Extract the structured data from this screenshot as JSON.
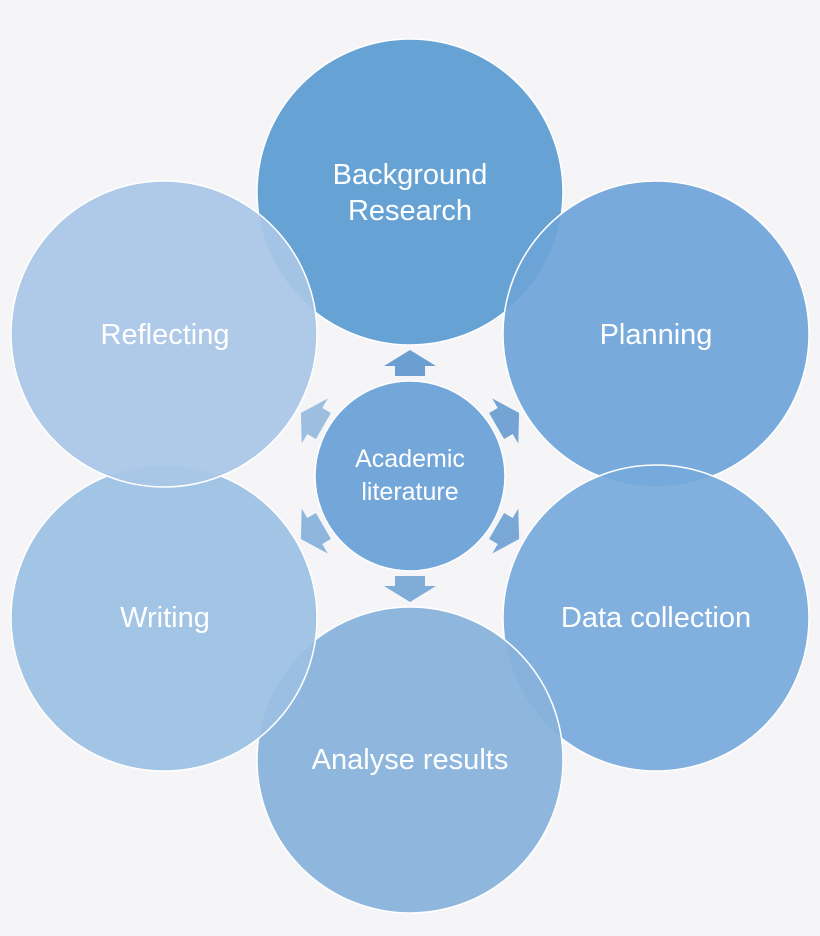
{
  "diagram": {
    "center": {
      "label": "Academic literature"
    },
    "nodes": [
      {
        "id": "background-research",
        "label": "Background Research",
        "color": "#5b9bd2"
      },
      {
        "id": "planning",
        "label": "Planning",
        "color": "#6ea4d8"
      },
      {
        "id": "data-collection",
        "label": "Data collection",
        "color": "#77aadc"
      },
      {
        "id": "analyse-results",
        "label": "Analyse results",
        "color": "#86b1dc"
      },
      {
        "id": "writing",
        "label": "Writing",
        "color": "#9bbfe3"
      },
      {
        "id": "reflecting",
        "label": "Reflecting",
        "color": "#a8c6e6"
      }
    ],
    "center_color": "#74a7d9",
    "arrow_color": "#6b9fd2"
  }
}
